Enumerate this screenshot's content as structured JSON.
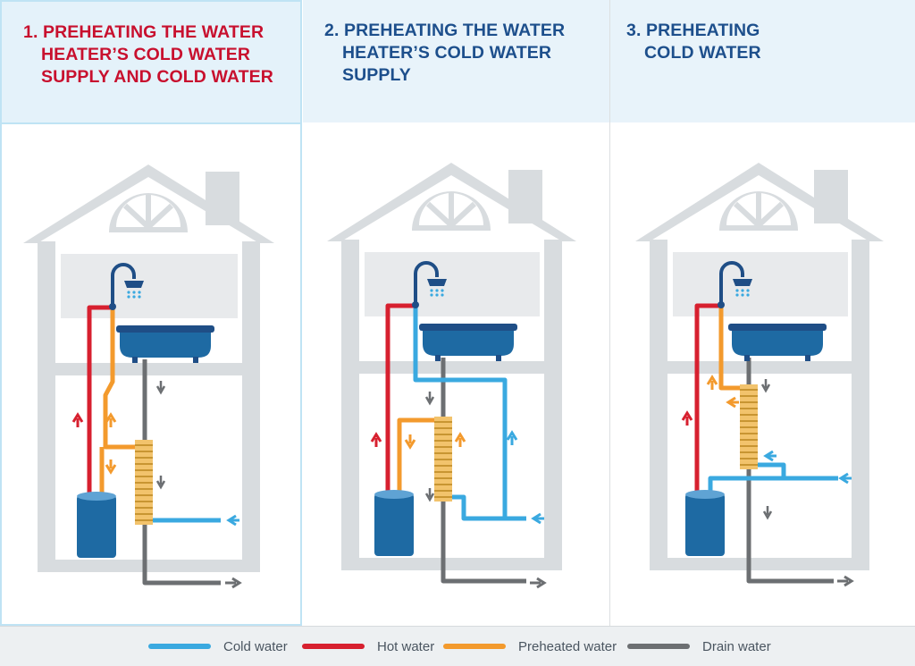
{
  "panels": [
    {
      "number": "1.",
      "title_lines": [
        "PREHEATING THE WATER",
        "HEATER’S COLD WATER",
        "SUPPLY AND COLD WATER"
      ],
      "active": true
    },
    {
      "number": "2.",
      "title_lines": [
        "PREHEATING THE WATER",
        "HEATER’S COLD WATER",
        "SUPPLY"
      ],
      "active": false
    },
    {
      "number": "3.",
      "title_lines": [
        "PREHEATING",
        "COLD WATER"
      ],
      "active": false
    }
  ],
  "legend": [
    {
      "label": "Cold water",
      "color": "#3aa9e0"
    },
    {
      "label": "Hot water",
      "color": "#d7202f"
    },
    {
      "label": "Preheated water",
      "color": "#f39a2d"
    },
    {
      "label": "Drain water",
      "color": "#6c6f72"
    }
  ],
  "colors": {
    "title_active": "#c8102e",
    "title_normal": "#1d4f8c",
    "house": "#d8dcdf",
    "tank": "#1e6aa3",
    "fixture": "#1f4e86",
    "exchanger": "#e8b24a"
  }
}
